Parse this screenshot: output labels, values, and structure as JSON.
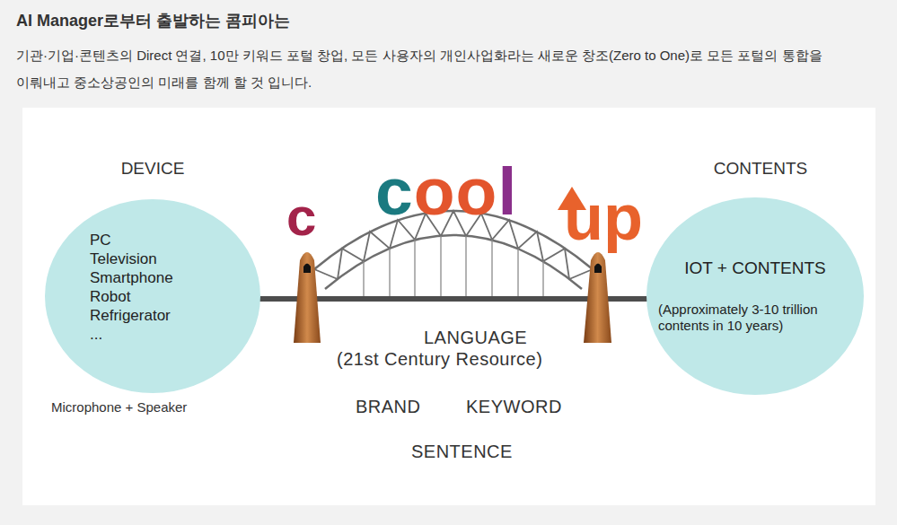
{
  "diagram": {
    "title": "AI Manager로부터 출발하는 콤피아는",
    "caption": "기관·기업·콘텐츠의 Direct 연결, 10만 키워드 포털 창업, 모든 사용자의 개인사업화라는 새로운 창조(Zero to One)로 모든 포털의 통합을 이뤄내고 중소상공인의 미래를 함께 할 것 입니다.",
    "nodes": [
      {
        "text": [
          "DEVICE",
          "PC",
          "Television",
          "Smartphone",
          "Robot",
          "Refrigerator",
          "..."
        ]
      },
      {
        "text": [
          "CONTENTS",
          "IOT + CONTENTS",
          "(Approximately 3-10 trillion contents in 10 years)"
        ]
      }
    ],
    "labels": [
      "Microphone + Speaker",
      "c",
      "cool",
      "up",
      "LANGUAGE",
      "(21st Century Resource)",
      "BRAND",
      "KEYWORD",
      "SENTENCE"
    ]
  }
}
